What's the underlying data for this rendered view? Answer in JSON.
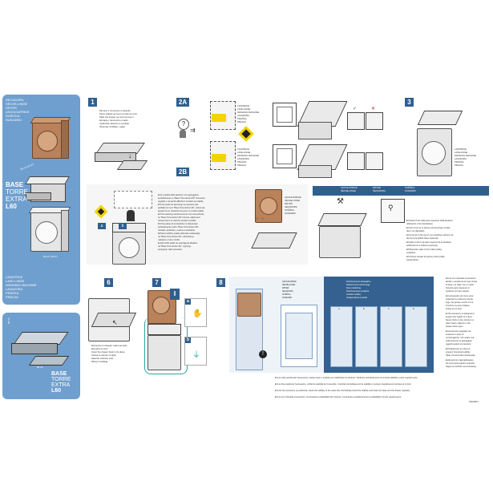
{
  "left_panel": {
    "top_langs": [
      "SECADORA",
      "SÈCHE-LINGE",
      "DRYER",
      "ASCIUGATRICE",
      "SUŠIČKA",
      "SUSZARKI"
    ],
    "title_lines": [
      "BASE",
      "TORRE",
      "EXTRA",
      "L60"
    ],
    "dim_depth": "55 cm (21.6\")",
    "dim_width": "60 cm (23.6\")",
    "bottom_langs": [
      "LAVATRICE",
      "LAVE-LINGE",
      "WASHING MACHINE",
      "LAVADORA",
      "PRAČKA",
      "PRALKA"
    ],
    "kit_title": [
      "BASE",
      "TORRE",
      "EXTRA",
      "L60"
    ],
    "kit_dim_depth": "55 cm",
    "kit_dim_width": "60 cm"
  },
  "steps": {
    "s1": "1",
    "s2a": "2A",
    "s2b": "2B",
    "s3": "3",
    "s4": "4",
    "s5": "5",
    "s6": "6",
    "s7": "7",
    "s8": "8"
  },
  "step1_lines": [
    "Rimuovi e rimuovere il cassetto",
    "Pièce utilisée au bout et retirer le tiroir",
    "Slide the drawer out and remove it",
    "Extraiga y desmonte el cajón",
    "Vytáhněte zásuvku a vyndejte",
    "Wysunąć szufladę i wyjąć"
  ],
  "step2a_lines": [
    "LAVATRICE",
    "LAVE-LINGE",
    "WASHING MACHINE",
    "LAVADORA",
    "PRAČKA",
    "PRALKA"
  ],
  "step2b_lines": [
    "LAVATRICE",
    "LAVE-LINGE",
    "WASHING MACHINE",
    "LAVADORA",
    "PRAČKA",
    "PRALKA"
  ],
  "step3_lines": [
    "LAVATRICE",
    "LAVE-LINGE",
    "WASHING MACHINE",
    "LAVADORA",
    "PRAČKA",
    "PRALKA"
  ],
  "step4_labels": [
    "ASCIUGATRICE",
    "SÈCHE-LINGE",
    "DRYER",
    "SECADORA",
    "SUŠIČKA",
    "SUSZARKI"
  ],
  "step4_text": [
    "■ Se i piedini della lavatrice non appoggiano",
    "perfettamente su \"Base Torre Extra L60\" rimuoverli,",
    "regolarli e reinserirli affinché il contatto sia stabile.",
    "■ Si les pieds du lave-linge ne reposent pas",
    "parfaitement sur \"Base Torre Extra L60\", retirez-les,",
    "ajustez-les et réinsérez-les pour un contact stable.",
    "■ If the washing machine feet do not rest perfectly",
    "on \"Base Torre Extra L60\" remove, adjust and",
    "reinsert them so that the contact is stable.",
    "■ Si las patas de la lavadora no descansan",
    "perfectamente sobre \"Base Torre Extra L60\",",
    "retírelas, ajústelas y vuelva a colocarlas.",
    "■ Pokud nožičky pračky dokonale nedosedají",
    "na \"Base Torre Extra L60\", odstraňte je,",
    "nastavte a znovu vložte.",
    "■ Jeśli nóżki pralki nie opierają się idealnie",
    "na \"Base Torre Extra L60\", wyjmij je,",
    "wyreguluj i włóż ponownie."
  ],
  "step5_labels": [
    "ASCIUGATRICE",
    "SÈCHE-LINGE",
    "DRYER",
    "SECADORA",
    "SUŠIČKA",
    "SUSZARKI"
  ],
  "step5_text": [
    "■ Fissare l'hub sulla parte superiore della lavatrice",
    "utilizzando 4 fori (facoltativo)",
    "■ Fixer le kit sur le dessus du lave-linge à l'aide",
    "des 4 vis (facultatif)",
    "■ Fix the kit to the top of your washing machine via",
    "the four pre-drilled holes (optional)",
    "■ Sujete el kit en la parte superior de la lavadora",
    "utilizando los 4 orificios (opcional)",
    "■ Připevněte sadu k horní části pračky",
    "(volitelné)",
    "■ Przykręć zestaw do górnej części pralki",
    "(opcjonalnie)"
  ],
  "step6_lines": [
    "Reinserire il cassetto nella sua sede",
    "Remettre le tiroir",
    "Insert the drawer back in its place",
    "Vuelva a colocar el cajón",
    "Zasuňte zásuvku zpět",
    "Włożyć szufladę"
  ],
  "step7_tag_a": "a",
  "step7_tag_b": "b",
  "step8_left_labels": [
    "ASCIUGATRICE",
    "SÈCHE-LINGE",
    "DRYER",
    "SECADORA",
    "SUŠIČKA",
    "SUSZARKI"
  ],
  "step8_right_head": [
    "Posizionamento asciugatrice",
    "Positionnement sèche-linge",
    "Dryer positioning",
    "Posicionamiento secadora",
    "Umístění sušičky",
    "Umiejscowienie suszarki"
  ],
  "step8_col_labels": [
    "A",
    "B",
    "C",
    "D"
  ],
  "bottom_notes": [
    "■ Una volta posizionato l'accessorio, testare base e impilato per stabilizzare la struttura. Verificare periodicamente la corretta stabilità e pulire regolarmente.",
    "■ Une fois positionné l'accessoire, vérifier la stabilité de l'ensemble. Contrôler périodiquement la stabilité et nettoyer régulièrement la base et le tiroir.",
    "■ Once the accessory is positioned, check the stability of the assembly. Periodically check the stability and clean the base and the drawer regularly.",
    "■ Una vez colocado el accesorio, compruebe la estabilidad del conjunto. Compruebe periódicamente la estabilidad y limpie regularmente."
  ],
  "right_column": [
    "■ Una vez colocado el accesorio,",
    "lavado y secado de la ropa, limpie",
    "la base y el cajón con un paño",
    "húmedo para mantener el",
    "producto en buen estado.",
    "■ Il accessoire est conçu pour",
    "supporter le poids d'un sèche-",
    "linge. Ne jamais monter sur la",
    "structure ni poser d'objets",
    "lourds sur le tiroir.",
    "■ The accessory is designed to",
    "support the weight of a dryer.",
    "Never climb on the structure or",
    "place heavy objects on the",
    "drawer when open.",
    "■ Accessorio progettato per",
    "sostenere il peso di",
    "un'asciugatrice. Non salire mai",
    "sulla struttura né appoggiare",
    "oggetti pesanti sul cassetto.",
    "■ Příslušenství je určeno k",
    "unesení hmotnosti sušičky.",
    "Nikdy na konstrukci nestoupejte.",
    "■ Akcesorium zaprojektowano",
    "do utrzymania ciężaru suszarki.",
    "Nigdy nie wchodź na konstrukcję."
  ],
  "doc_code": "TR22/0871",
  "colors": {
    "panel_blue": "#6f9fce",
    "step_blue": "#2f5f8f",
    "highlight": "#f3d400",
    "bronze": "#b9825a"
  }
}
